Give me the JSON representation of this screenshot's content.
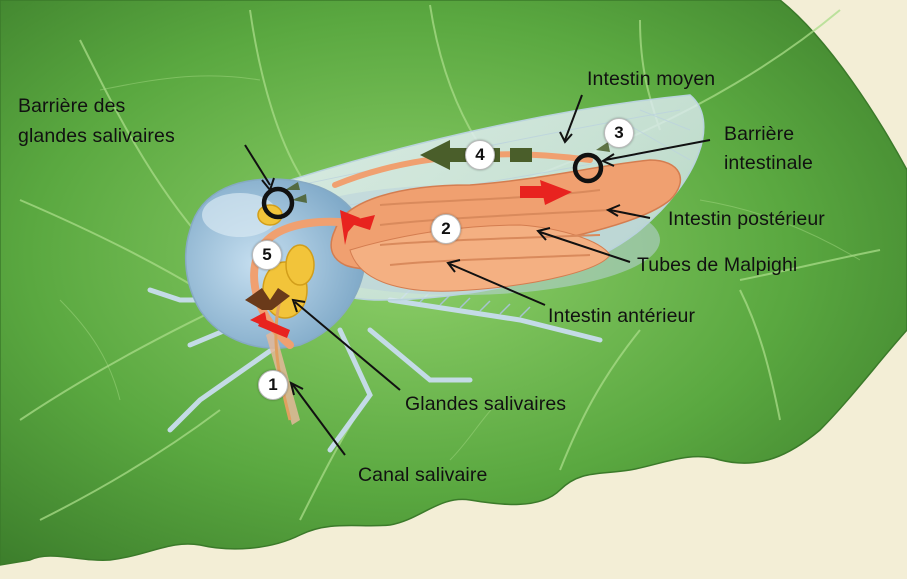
{
  "labels": {
    "barriere_glandes_line1": "Barrière des",
    "barriere_glandes_line2": "glandes salivaires",
    "intestin_moyen": "Intestin moyen",
    "barriere_intestinale_line1": "Barrière",
    "barriere_intestinale_line2": "intestinale",
    "intestin_posterieur": "Intestin postérieur",
    "tubes_malpighi": "Tubes de Malpighi",
    "intestin_anterieur": "Intestin antérieur",
    "glandes_salivaires": "Glandes salivaires",
    "canal_salivaire": "Canal salivaire"
  },
  "steps": [
    "1",
    "2",
    "3",
    "4",
    "5"
  ],
  "colors": {
    "leaf": "#4f9a3a",
    "leaf_light": "#7cc25a",
    "insect_body": "#9fc3dc",
    "gut": "#f0a070",
    "gland": "#f2c43a",
    "arrow_red": "#e8231f",
    "arrow_dark": "#4a5e2a",
    "arrow_brown": "#6a3a1a",
    "barrier_ring": "#111111"
  }
}
